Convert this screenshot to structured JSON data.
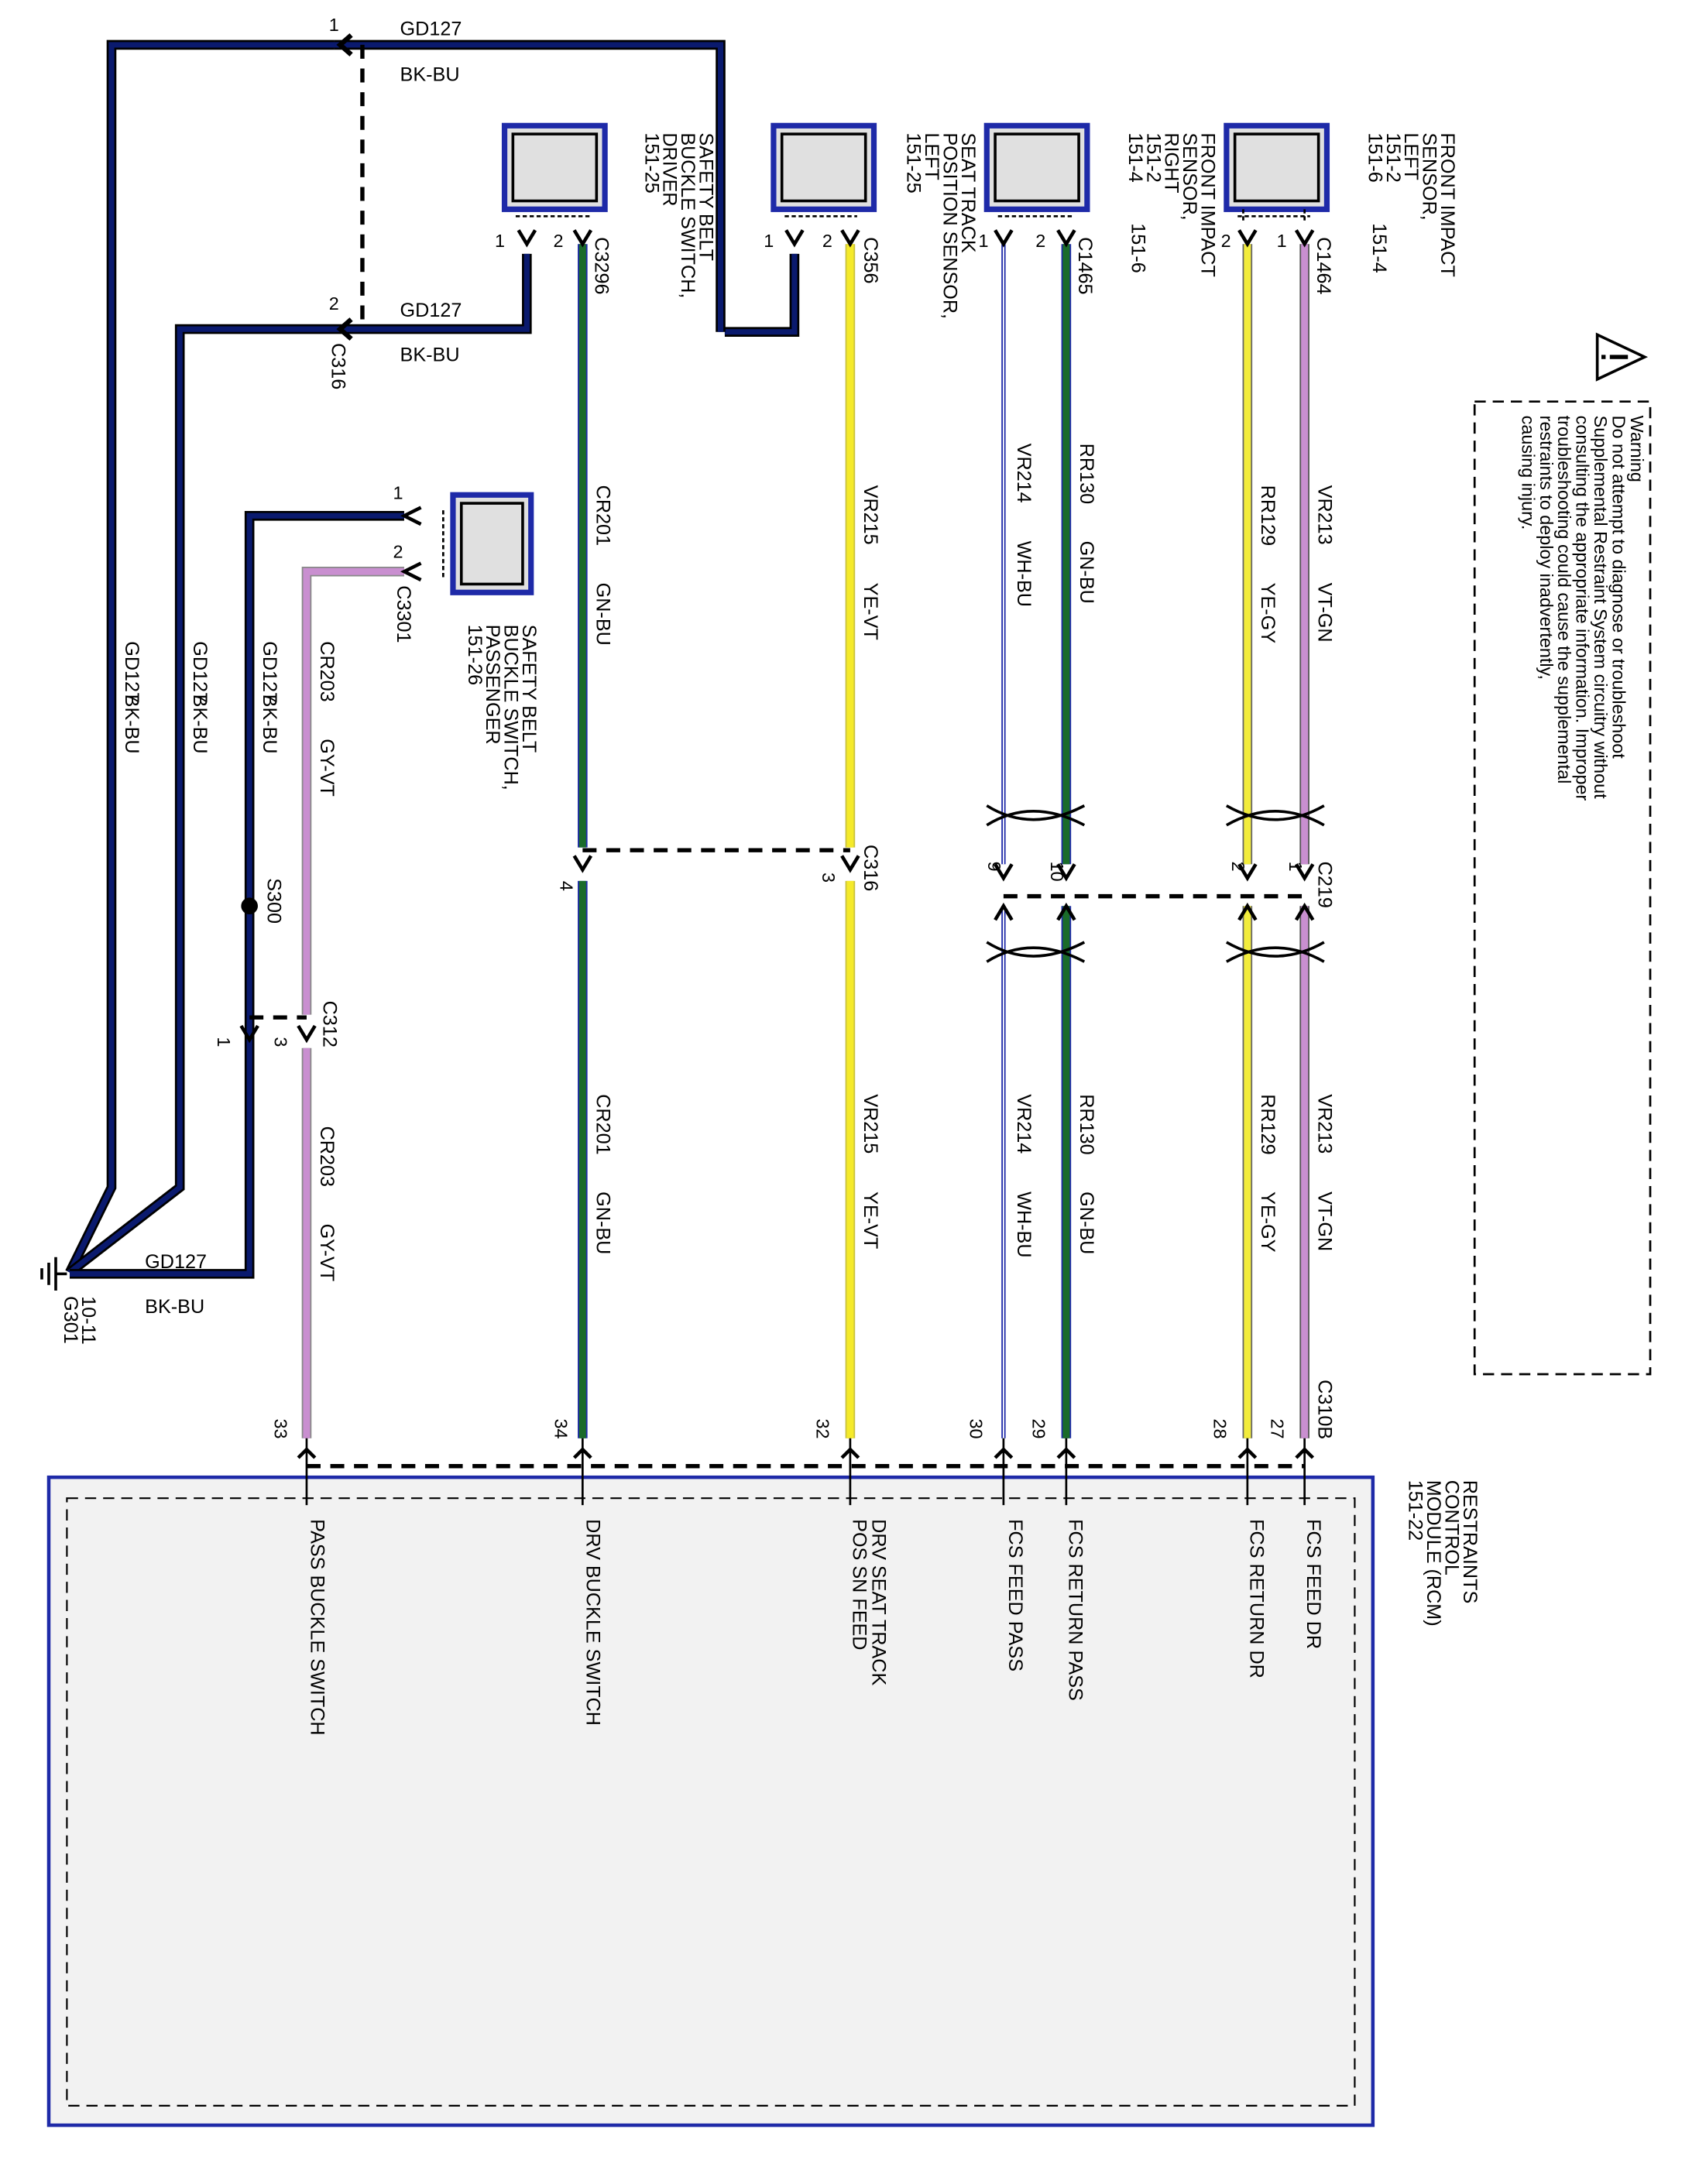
{
  "warning": {
    "title": "Warning",
    "lines": [
      "Do not attempt to diagnose or troubleshoot",
      "Supplemental Restraint System circuitry without",
      "consulting the appropriate information. Improper",
      "troubleshooting could cause the supplemental",
      "restraints to deploy inadvertently,",
      "causing injury."
    ]
  },
  "components": {
    "front_impact_left": [
      "FRONT IMPACT",
      "SENSOR,",
      "LEFT",
      "151-2",
      "151-6"
    ],
    "front_impact_left_ref": "151-4",
    "front_impact_right": [
      "FRONT IMPACT",
      "SENSOR,",
      "RIGHT",
      "151-2",
      "151-4"
    ],
    "front_impact_right_ref": "151-6",
    "seat_track": [
      "SEAT TRACK",
      "POSITION SENSOR,",
      "LEFT",
      "151-25"
    ],
    "buckle_driver": [
      "SAFETY BELT",
      "BUCKLE SWITCH,",
      "DRIVER",
      "151-25"
    ],
    "buckle_passenger": [
      "SAFETY BELT",
      "BUCKLE SWITCH,",
      "PASSENGER",
      "151-26"
    ],
    "rcm": [
      "RESTRAINTS",
      "CONTROL",
      "MODULE (RCM)",
      "151-22"
    ]
  },
  "connectors": {
    "c1464": "C1464",
    "c1465": "C1465",
    "c356": "C356",
    "c3296": "C3296",
    "c3301": "C3301",
    "c316": "C316",
    "c219": "C219",
    "c312": "C312",
    "c310b": "C310B",
    "s300": "S300",
    "g301": "G301",
    "g301_ref": "10-11"
  },
  "wires": {
    "vr213": {
      "circuit": "VR213",
      "color": "VT-GN"
    },
    "rr129": {
      "circuit": "RR129",
      "color": "YE-GY"
    },
    "rr130": {
      "circuit": "RR130",
      "color": "GN-BU"
    },
    "vr214": {
      "circuit": "VR214",
      "color": "WH-BU"
    },
    "vr215": {
      "circuit": "VR215",
      "color": "YE-VT"
    },
    "cr201": {
      "circuit": "CR201",
      "color": "GN-BU"
    },
    "cr203": {
      "circuit": "CR203",
      "color": "GY-VT"
    },
    "gd127": {
      "circuit": "GD127",
      "color": "BK-BU"
    }
  },
  "pins": {
    "fi_left_1": "1",
    "fi_left_2": "2",
    "fi_right_1": "1",
    "fi_right_2": "2",
    "seat_1": "1",
    "seat_2": "2",
    "drv_1": "1",
    "drv_2": "2",
    "pass_1": "1",
    "pass_2": "2",
    "c219_1": "1",
    "c219_2": "2",
    "c219_9": "9",
    "c219_10": "10",
    "c316_3": "3",
    "c316_4": "4",
    "c316_1": "1",
    "c316_2": "2",
    "c312_1": "1",
    "c312_3": "3",
    "rcm_27": "27",
    "rcm_28": "28",
    "rcm_29": "29",
    "rcm_30": "30",
    "rcm_32": "32",
    "rcm_34": "34",
    "rcm_33": "33"
  },
  "rcm_signals": {
    "fcs_feed_dr": "FCS FEED DR",
    "fcs_return_dr": "FCS RETURN DR",
    "fcs_return_pass": "FCS RETURN PASS",
    "fcs_feed_pass": "FCS FEED PASS",
    "drv_seat_track": [
      "DRV SEAT TRACK",
      "POS SN FEED"
    ],
    "drv_buckle": "DRV BUCKLE SWITCH",
    "pass_buckle": "PASS BUCKLE SWITCH"
  },
  "colors": {
    "vt_gn": "#c98fd0",
    "ye_gy": "#f2ec3c",
    "gn_bu": "#1a6b2a",
    "wh_bu": "#1e2aa8",
    "ye_vt": "#f5ea2a",
    "gy_vt": "#c98fd0",
    "bk_bu": "#0a1a6e",
    "rcm_border": "#1e2aa8",
    "rcm_fill": "#f2f2f2"
  }
}
